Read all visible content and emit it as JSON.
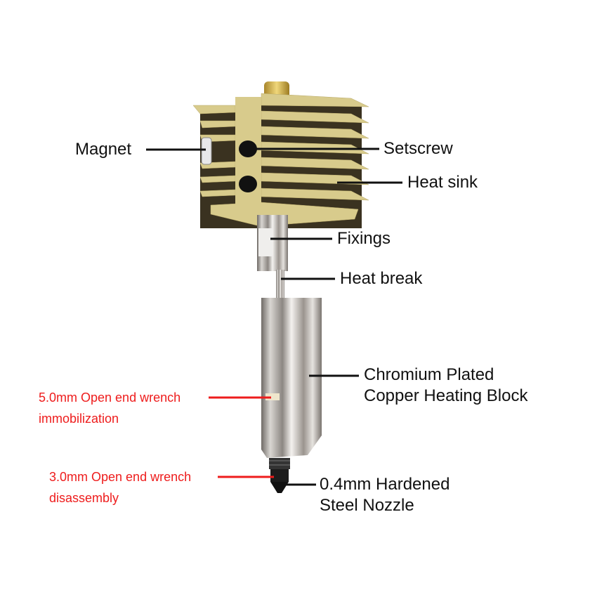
{
  "labels": {
    "magnet": "Magnet",
    "setscrew": "Setscrew",
    "heat_sink": "Heat sink",
    "fixings": "Fixings",
    "heat_break": "Heat break",
    "heating_block_line1": "Chromium Plated",
    "heating_block_line2": "Copper Heating Block",
    "nozzle_line1": "0.4mm Hardened",
    "nozzle_line2": "Steel Nozzle",
    "wrench5_line1": "5.0mm Open end wrench",
    "wrench5_line2": "immobilization",
    "wrench3_line1": "3.0mm Open end wrench",
    "wrench3_line2": "disassembly"
  },
  "colors": {
    "label": "#111111",
    "note": "#ee1c1c",
    "heatsink": "#d8cb8c"
  }
}
